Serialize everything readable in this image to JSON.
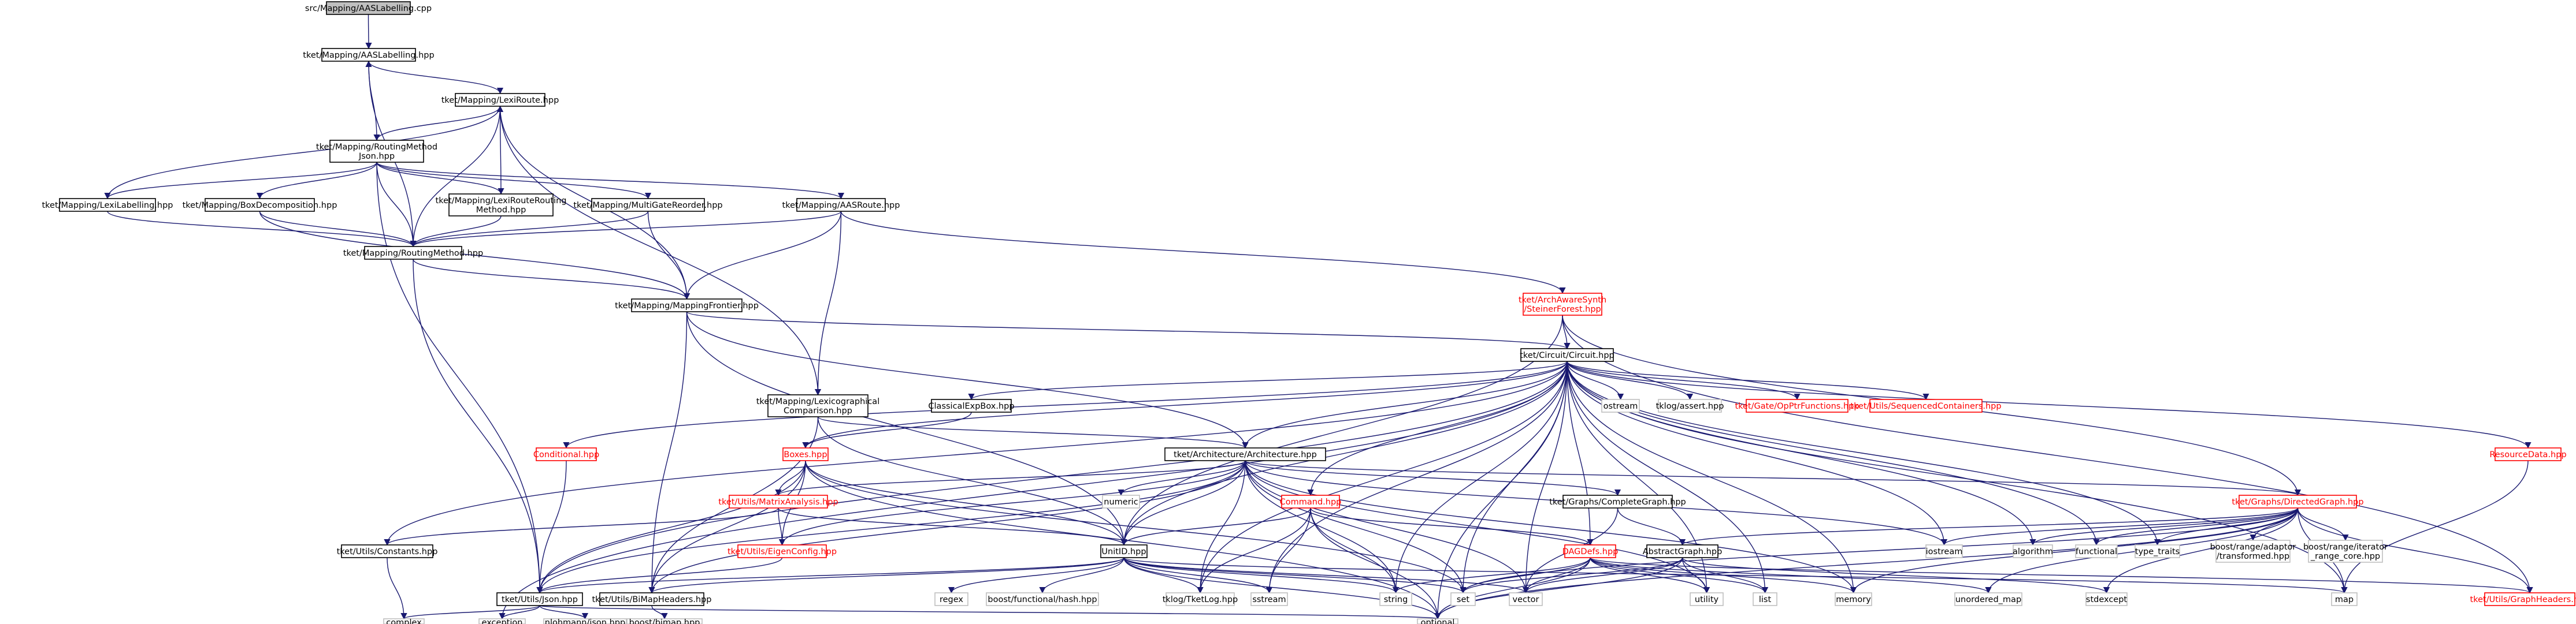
{
  "colors": {
    "edge": "#191970",
    "node_border": "#000000",
    "node_border_truncated": "#ff0000",
    "node_text": "#000000",
    "node_text_truncated": "#ff0000",
    "node_border_external": "#bfbfbf",
    "root_fill": "#bfbfbf"
  },
  "nodes": {
    "root": "src/Mapping/AASLabelling.cpp",
    "aaslabelling_hpp": "tket/Mapping/AASLabelling.hpp",
    "lexiroute": "tket/Mapping/LexiRoute.hpp",
    "routingmethodjson": [
      "tket/Mapping/RoutingMethod",
      "Json.hpp"
    ],
    "lexilabelling": "tket/Mapping/LexiLabelling.hpp",
    "boxdecomposition": "tket/Mapping/BoxDecomposition.hpp",
    "lexirouteroutingmethod": [
      "tket/Mapping/LexiRouteRouting",
      "Method.hpp"
    ],
    "multigatereorder": "tket/Mapping/MultiGateReorder.hpp",
    "aasroute": "tket/Mapping/AASRoute.hpp",
    "routingmethod": "tket/Mapping/RoutingMethod.hpp",
    "mappingfrontier": "tket/Mapping/MappingFrontier.hpp",
    "steinerforest": [
      "tket/ArchAwareSynth",
      "/SteinerForest.hpp"
    ],
    "circuit": "tket/Circuit/Circuit.hpp",
    "lexicographical": [
      "tket/Mapping/Lexicographical",
      "Comparison.hpp"
    ],
    "classicalexpbox": "ClassicalExpBox.hpp",
    "ostream": "ostream",
    "tklogassert": "tklog/assert.hpp",
    "opptrfunctions": "tket/Gate/OpPtrFunctions.hpp",
    "sequencedcontainers": "tket/Utils/SequencedContainers.hpp",
    "conditional": "Conditional.hpp",
    "boxes": "Boxes.hpp",
    "architecture": "tket/Architecture/Architecture.hpp",
    "resourcedata": "ResourceData.hpp",
    "matrixanalysis": "tket/Utils/MatrixAnalysis.hpp",
    "numeric": "numeric",
    "command": "Command.hpp",
    "completegraph": "tket/Graphs/CompleteGraph.hpp",
    "directedgraph": "tket/Graphs/DirectedGraph.hpp",
    "constants": "tket/Utils/Constants.hpp",
    "eigenconfig": "tket/Utils/EigenConfig.hpp",
    "unitid": "UnitID.hpp",
    "dagdefs": "DAGDefs.hpp",
    "abstractgraph": "AbstractGraph.hpp",
    "iostream": "iostream",
    "algorithm": "algorithm",
    "functional": "functional",
    "type_traits": "type_traits",
    "boost_adaptor": [
      "boost/range/adaptor",
      "/transformed.hpp"
    ],
    "boost_iterator": [
      "boost/range/iterator",
      "_range_core.hpp"
    ],
    "json": "tket/Utils/Json.hpp",
    "bitmapheaders": "tket/Utils/BiMapHeaders.hpp",
    "regex": "regex",
    "boost_hash": "boost/functional/hash.hpp",
    "tketlog": "tklog/TketLog.hpp",
    "sstream": "sstream",
    "string": "string",
    "set": "set",
    "vector": "vector",
    "utility": "utility",
    "list": "list",
    "memory": "memory",
    "unordered_map": "unordered_map",
    "stdexcept": "stdexcept",
    "map": "map",
    "graphheaders": "tket/Utils/GraphHeaders.hpp",
    "complex": "complex",
    "exception": "exception",
    "nlohmann": "nlohmann/json.hpp",
    "boost_bimap": "boost/bimap.hpp",
    "optional": "optional"
  }
}
